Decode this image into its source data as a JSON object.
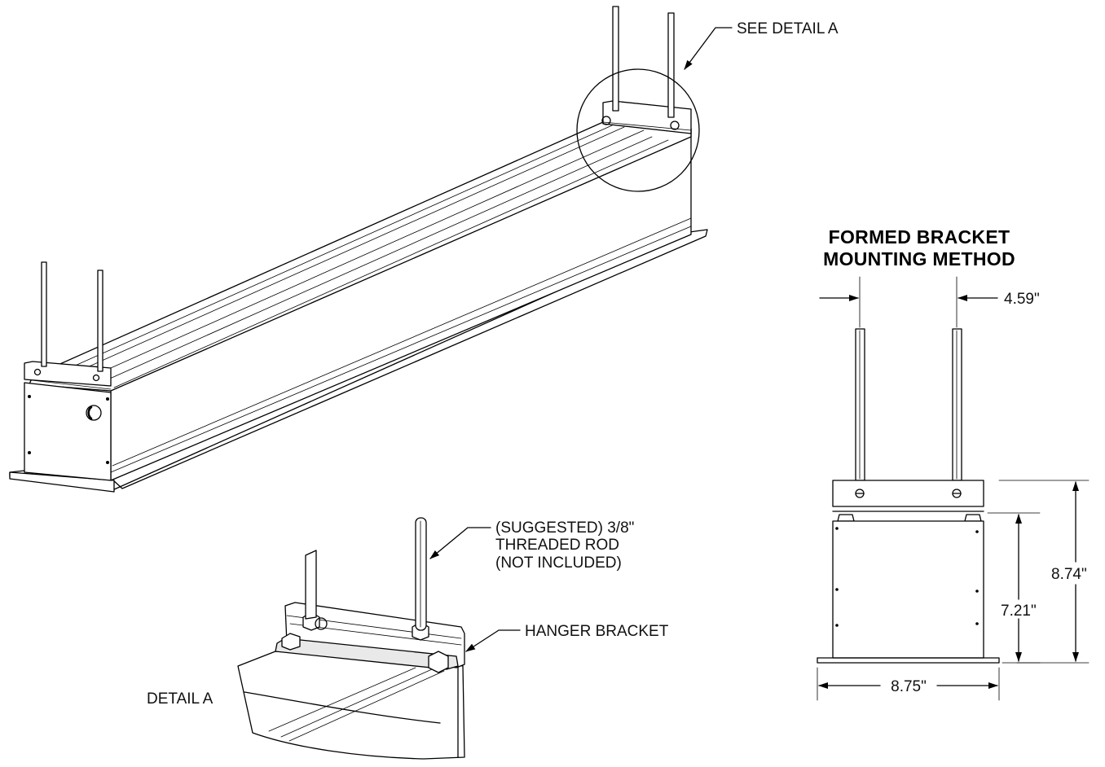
{
  "callouts": {
    "see_detail": "SEE DETAIL A",
    "threaded_rod_1": "(SUGGESTED) 3/8\"",
    "threaded_rod_2": "THREADED ROD",
    "threaded_rod_3": "(NOT INCLUDED)",
    "hanger_bracket": "HANGER BRACKET",
    "detail_label": "DETAIL A"
  },
  "side_view": {
    "title_line1": "FORMED BRACKET",
    "title_line2": "MOUNTING METHOD",
    "dim_rod_spacing": "4.59\"",
    "dim_total_height": "8.74\"",
    "dim_body_height": "7.21\"",
    "dim_width": "8.75\""
  }
}
